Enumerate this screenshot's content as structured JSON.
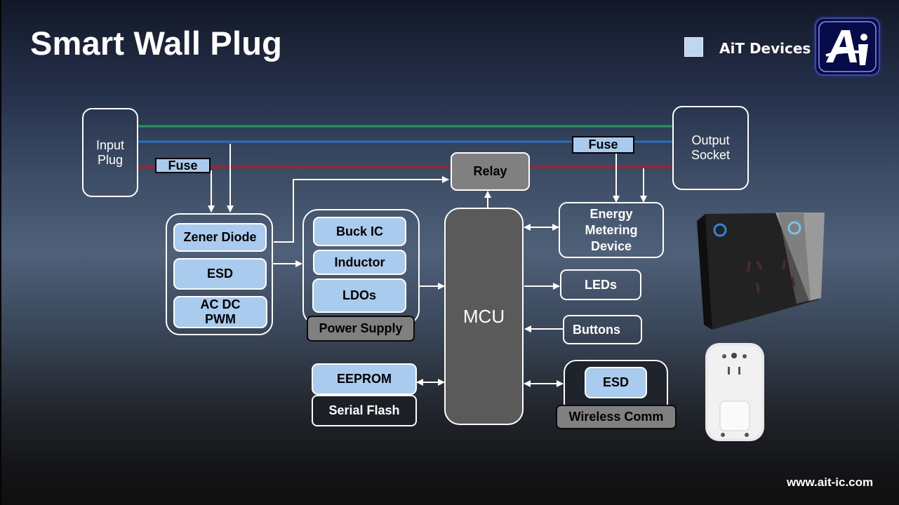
{
  "slide": {
    "title": "Smart Wall Plug",
    "legend": {
      "label": "AiT Devices",
      "swatch_color": "#bdd7ee"
    },
    "logo": {
      "name": "AiT logo",
      "text": "Ai"
    },
    "footer_url": "www.ait-ic.com"
  },
  "colors": {
    "ait_device_fill": "#a9cbee",
    "earth_wire": "#1e9e5a",
    "neutral_wire": "#2a6fbf",
    "live_wire": "#b01c24",
    "mcu_fill": "#5a5a5a",
    "grey_block": "#808080"
  },
  "diagram": {
    "input_plug": "Input\nPlug",
    "output_socket": "Output\nSocket",
    "fuse_input": "Fuse",
    "fuse_output": "Fuse",
    "relay": "Relay",
    "input_protection": {
      "items": [
        "Zener Diode",
        "ESD",
        "AC DC\nPWM"
      ]
    },
    "power_supply": {
      "label": "Power Supply",
      "items": [
        "Buck IC",
        "Inductor",
        "LDOs"
      ]
    },
    "mcu": "MCU",
    "energy_metering": "Energy\nMetering\nDevice",
    "leds": "LEDs",
    "buttons": "Buttons",
    "memory": {
      "eeprom": "EEPROM",
      "serial_flash": "Serial Flash"
    },
    "wireless": {
      "label": "Wireless Comm",
      "esd": "ESD"
    }
  },
  "images": {
    "wall_socket": "Wall-mounted smart socket with touch buttons",
    "plug_adapter": "White smart plug adapter (rear view)"
  }
}
